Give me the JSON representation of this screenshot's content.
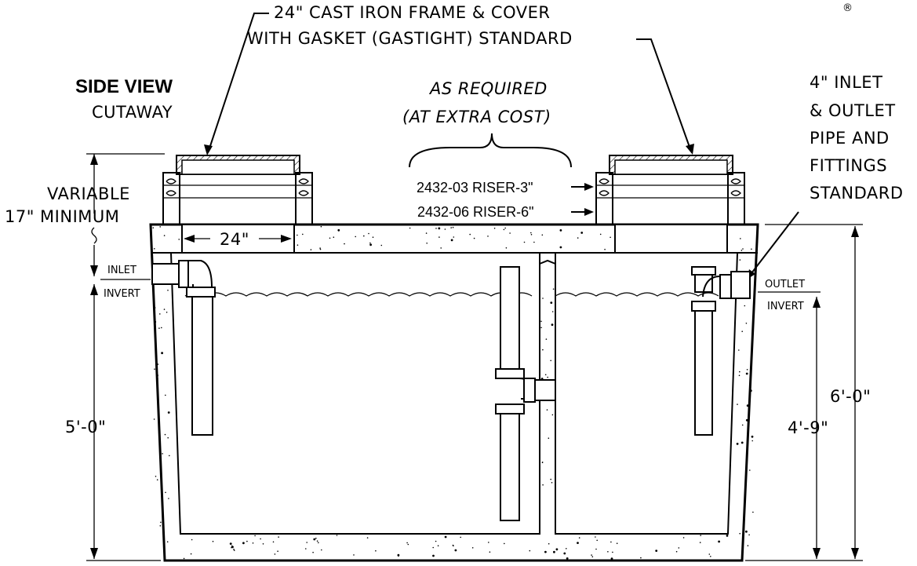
{
  "view": {
    "title": "SIDE VIEW",
    "subtitle": "CUTAWAY",
    "registered_mark": "®"
  },
  "callouts": {
    "frame_cover_line1": "24\" CAST IRON FRAME & COVER",
    "frame_cover_line2": "WITH GASKET (GASTIGHT) STANDARD",
    "as_required_line1": "AS REQUIRED",
    "as_required_line2": "(AT EXTRA COST)",
    "riser_3": "2432-03 RISER-3\"",
    "riser_6": "2432-06 RISER-6\"",
    "pipe_line1": "4\" INLET",
    "pipe_line2": "& OUTLET",
    "pipe_line3": "PIPE AND",
    "pipe_line4": "FITTINGS",
    "pipe_line5": "STANDARD"
  },
  "dimensions": {
    "variable": "VARIABLE",
    "minimum": "17\" MINIMUM",
    "opening": "24\"",
    "inlet_top": "INLET",
    "inlet_bottom": "INVERT",
    "outlet_top": "OUTLET",
    "outlet_bottom": "INVERT",
    "inlet_depth": "5'-0\"",
    "total_height": "6'-0\"",
    "outlet_depth": "4'-9\""
  }
}
